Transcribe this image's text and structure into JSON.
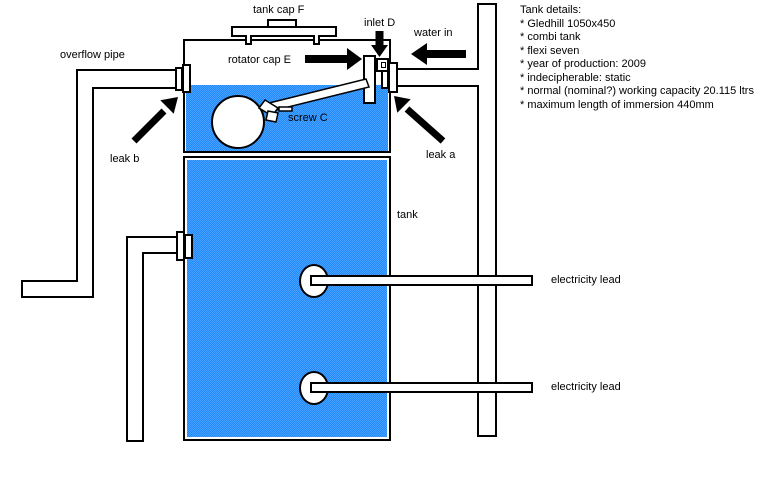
{
  "colors": {
    "water": "#1E8AFD",
    "water_light": "#4AA1FF",
    "line": "#000000",
    "label_text": "#000000",
    "background": "#FFFFFF"
  },
  "labels": {
    "tank_cap_f": "tank cap F",
    "inlet_d": "inlet D",
    "water_in": "water in",
    "overflow_pipe": "overflow pipe",
    "rotator_cap_e": "rotator cap E",
    "screw_c": "screw C",
    "leak_b": "leak b",
    "leak_a": "leak a",
    "tank": "tank",
    "electricity_lead_upper": "electricity lead",
    "electricity_lead_lower": "electricity lead"
  },
  "details": {
    "title": "Tank details:",
    "lines": [
      "* Gledhill 1050x450",
      "* combi tank",
      "* flexi seven",
      "* year of production: 2009",
      "* indecipherable: static",
      "* normal (nominal?) working capacity 20.115 ltrs",
      "* maximum length of immersion 440mm"
    ]
  }
}
